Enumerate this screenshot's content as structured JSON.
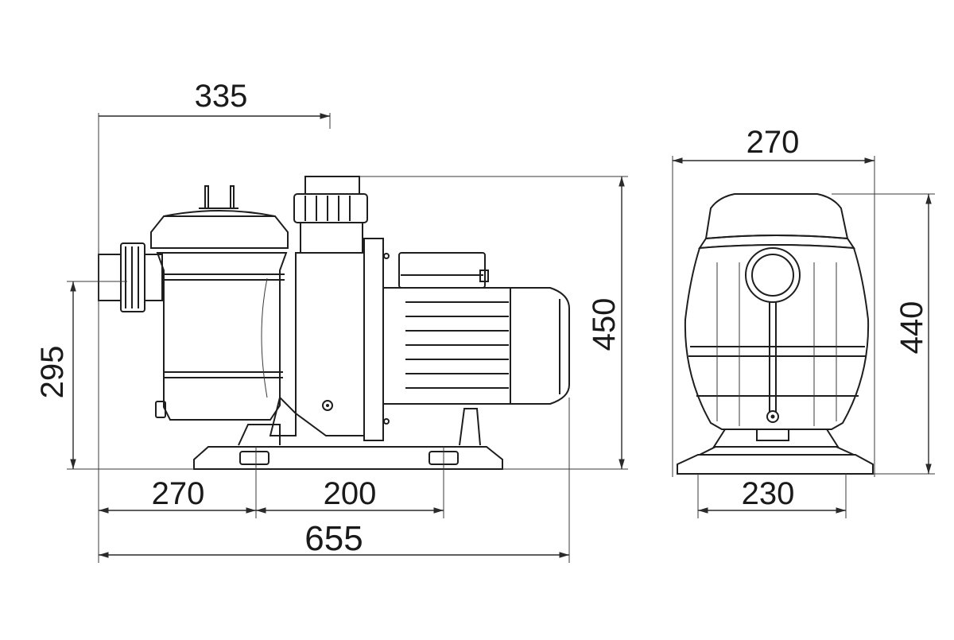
{
  "diagram": {
    "side_view": {
      "dimensions": {
        "top_width": "335",
        "height_total": "450",
        "inlet_height": "295",
        "base_left": "270",
        "base_right": "200",
        "overall_length": "655"
      }
    },
    "front_view": {
      "dimensions": {
        "width": "270",
        "height": "440",
        "base_width": "230"
      }
    }
  }
}
